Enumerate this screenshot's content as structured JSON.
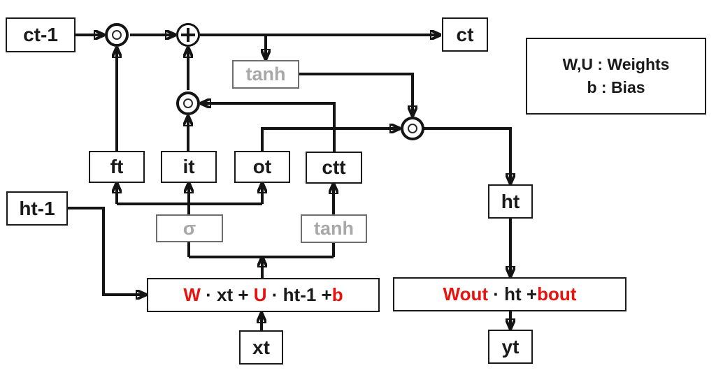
{
  "nodes": {
    "ct_prev": "ct-1",
    "ct": "ct",
    "tanh_top": "tanh",
    "ft": "ft",
    "it": "it",
    "ot": "ot",
    "ctt": "ctt",
    "ht_prev": "ht-1",
    "sigma": "σ",
    "tanh_low": "tanh",
    "ht": "ht",
    "xt": "xt",
    "yt": "yt"
  },
  "formula_gates": {
    "w": "W",
    "dot1": " · ",
    "xt": "xt",
    "plus1": " + ",
    "u": "U",
    "dot2": " · ",
    "ht_prev": "ht-1",
    "plus2": " +",
    "b": "b"
  },
  "formula_output": {
    "wout": "Wout",
    "dot": " · ",
    "ht": "ht",
    "plus": " +",
    "bout": "bout"
  },
  "legend": {
    "weights": "W,U : Weights",
    "bias": "b : Bias"
  },
  "colors": {
    "accent_red": "#e8120f",
    "gray_text": "#a8a8a8",
    "line_black": "#141414"
  }
}
